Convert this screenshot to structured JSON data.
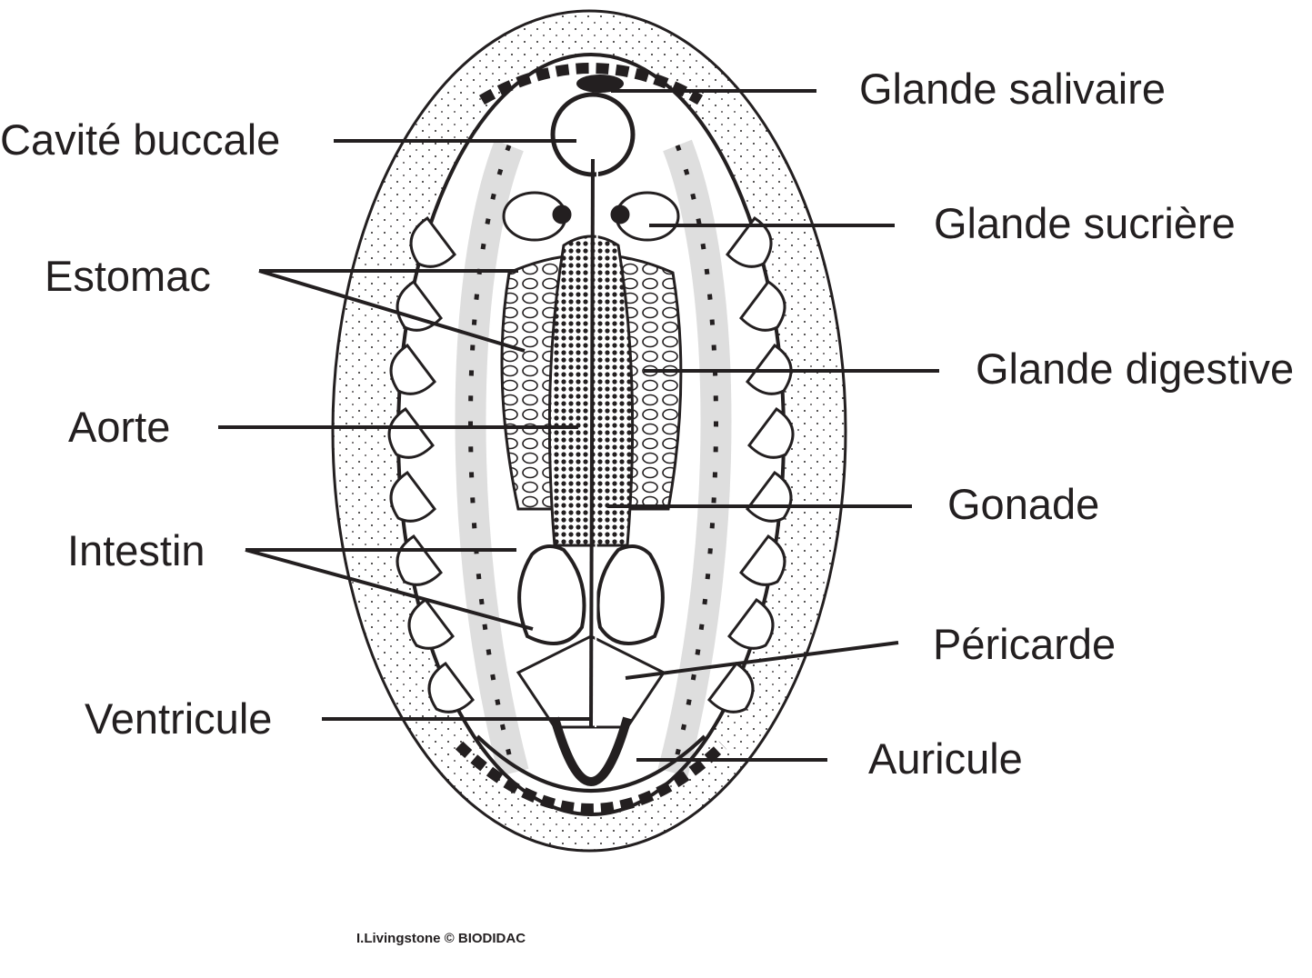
{
  "diagram": {
    "labels": {
      "glande_salivaire": "Glande salivaire",
      "cavite_buccale": "Cavité buccale",
      "glande_sucriere": "Glande sucrière",
      "estomac": "Estomac",
      "glande_digestive": "Glande digestive",
      "aorte": "Aorte",
      "gonade": "Gonade",
      "intestin": "Intestin",
      "pericarde": "Péricarde",
      "ventricule": "Ventricule",
      "auricule": "Auricule"
    },
    "credit": "I.Livingstone © BIODIDAC",
    "colors": {
      "ink": "#231f20",
      "background": "#ffffff",
      "body_fill": "#f7f7f7"
    }
  }
}
